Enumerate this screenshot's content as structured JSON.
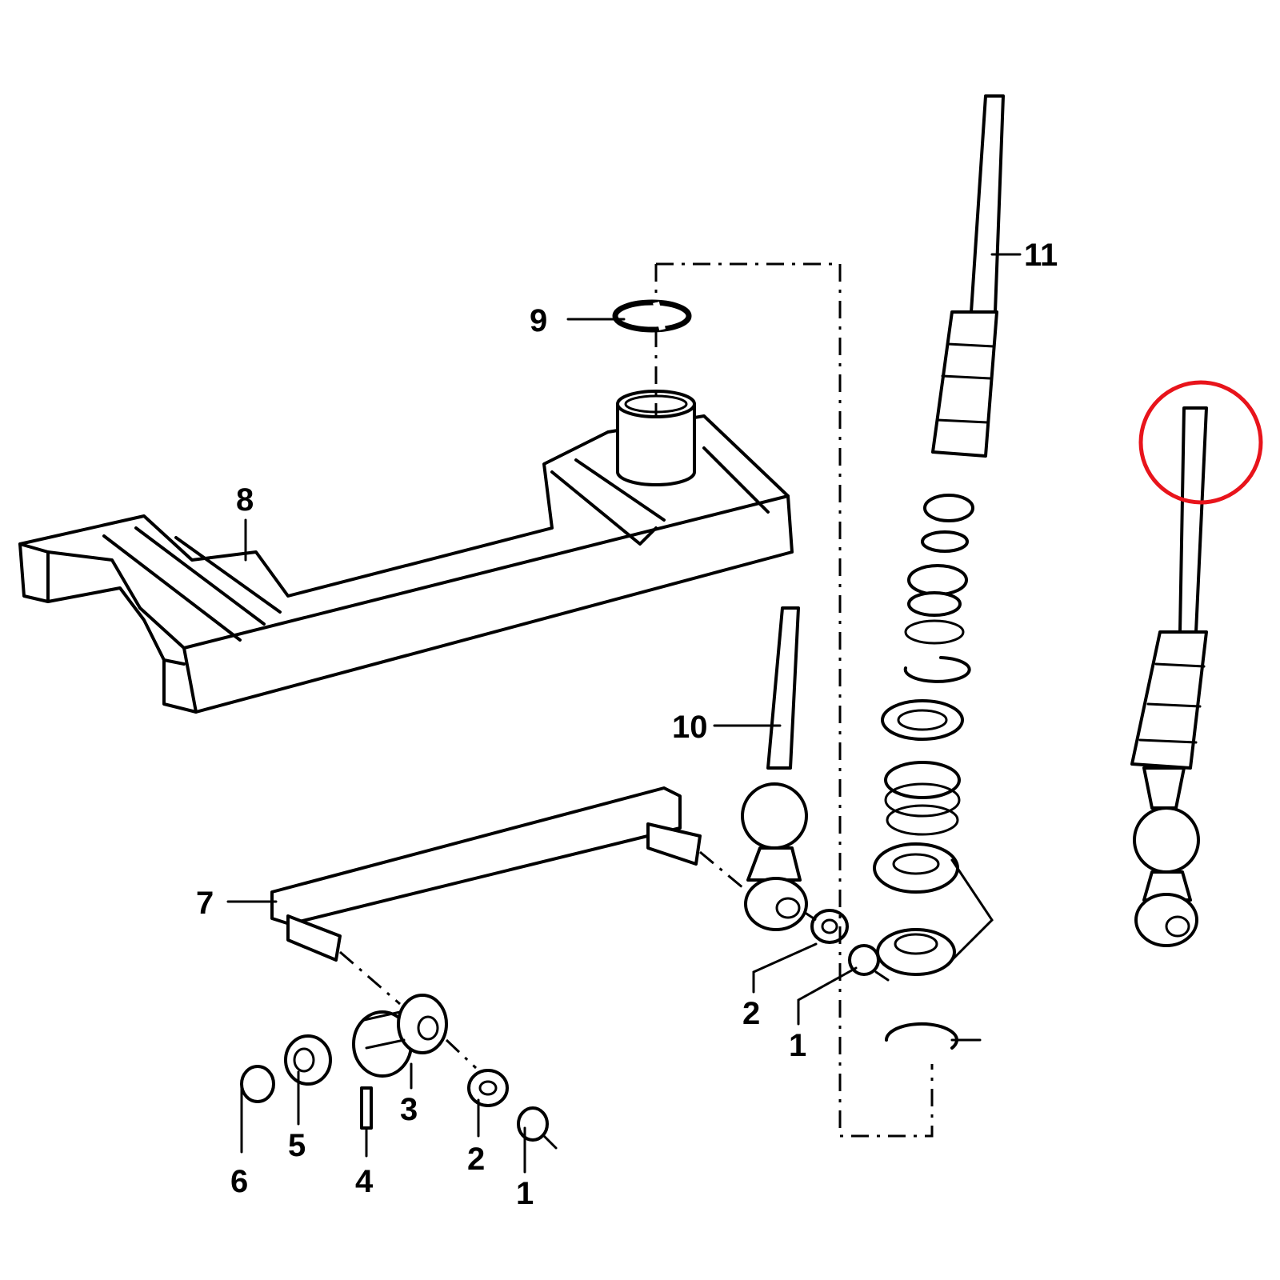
{
  "callouts": {
    "c1a": "1",
    "c1b": "1",
    "c2a": "2",
    "c2b": "2",
    "c3": "3",
    "c4": "4",
    "c5": "5",
    "c6": "6",
    "c7": "7",
    "c8": "8",
    "c9": "9",
    "c10": "10",
    "c11": "11"
  },
  "colors": {
    "line": "#000000",
    "highlight_circle": "#e8141b",
    "background": "#ffffff"
  }
}
